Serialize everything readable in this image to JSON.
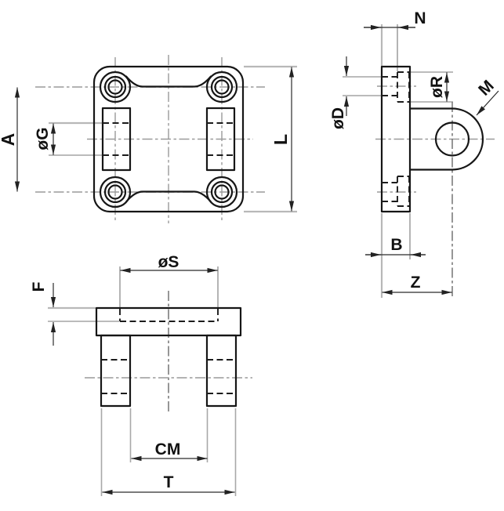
{
  "labels": {
    "A": "A",
    "G": "øG",
    "L": "L",
    "N": "N",
    "D": "øD",
    "R": "øR",
    "M": "M",
    "B": "B",
    "Z": "Z",
    "S": "øS",
    "F": "F",
    "CM": "CM",
    "T": "T"
  },
  "colors": {
    "background": "#ffffff",
    "outline": "#161616",
    "hidden_line": "#1c1c1c",
    "centerline": "#9a9a9a",
    "extension_line": "#b8b8b8",
    "dimension_line": "#2b2b2b",
    "label_text": "#111111"
  }
}
